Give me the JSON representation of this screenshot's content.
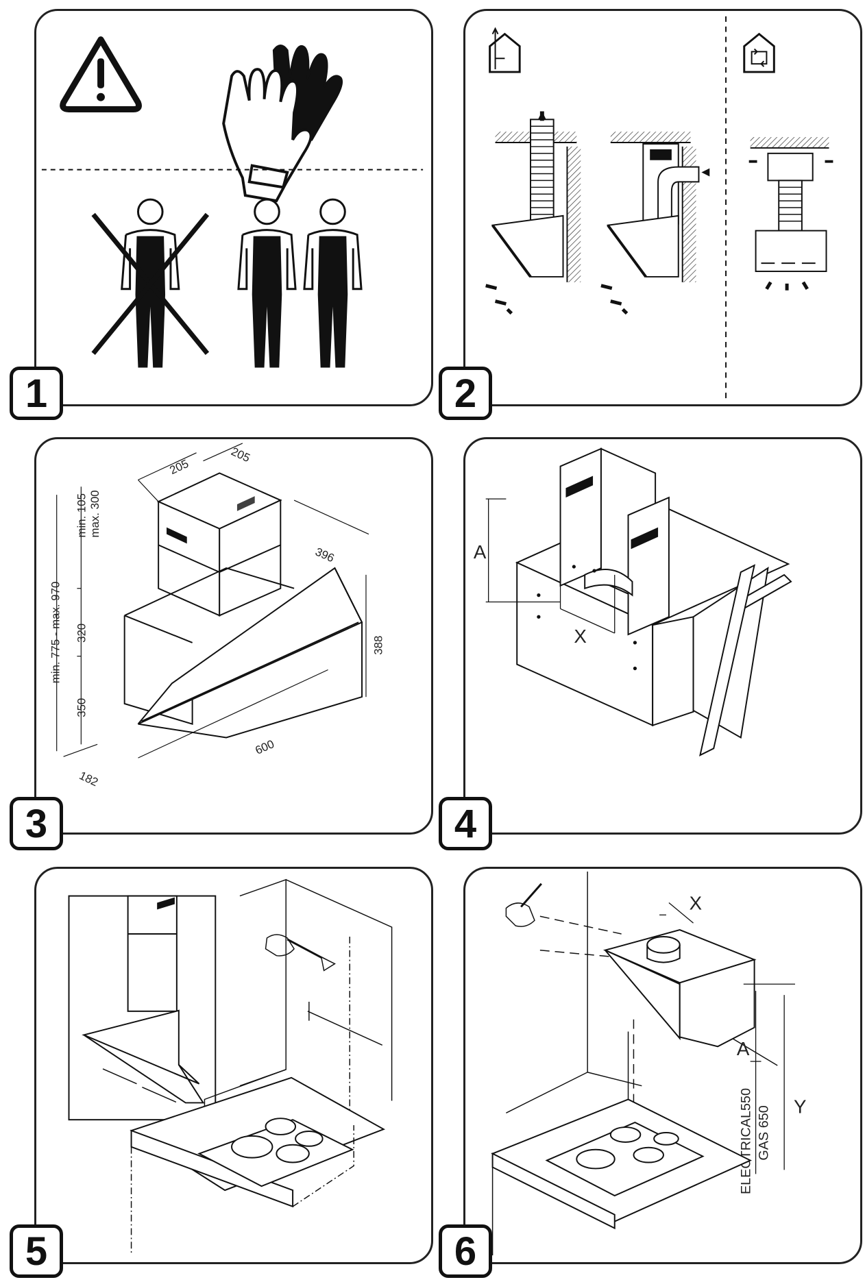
{
  "panels": [
    {
      "number": "1"
    },
    {
      "number": "2"
    },
    {
      "number": "3"
    },
    {
      "number": "4"
    },
    {
      "number": "5"
    },
    {
      "number": "6"
    }
  ],
  "panel3": {
    "dims": {
      "duct_w1": "205",
      "duct_w2": "205",
      "top_height": "min. 105",
      "top_height2": "max. 300",
      "total_height": "min. 775 - max. 970",
      "chimney": "320",
      "body": "350",
      "depth": "396",
      "side": "388",
      "width": "600",
      "bottom": "182"
    }
  },
  "panel4": {
    "label_a": "A",
    "label_x": "X"
  },
  "panel6": {
    "label_x": "X",
    "label_a": "A",
    "label_y": "Y",
    "electrical": "ELECTRICAL550",
    "gas": "GAS 650"
  }
}
